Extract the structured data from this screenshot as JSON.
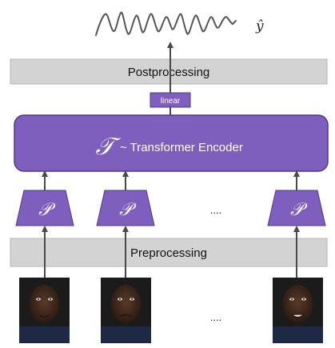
{
  "output": {
    "symbol": "ŷ"
  },
  "postprocessing": {
    "label": "Postprocessing"
  },
  "linear": {
    "label": "linear"
  },
  "encoder": {
    "symbol": "𝒯",
    "label": "~ Transformer Encoder"
  },
  "patch_embedding": {
    "symbol": "𝒫",
    "ellipsis": "...."
  },
  "preprocessing": {
    "label": "Preprocessing"
  },
  "frames": {
    "ellipsis": "...."
  },
  "colors": {
    "purple_fill": "#7f5fbd",
    "purple_stroke": "#4b3a8a",
    "gray_fill": "#d3d3d3",
    "gray_stroke": "#b5b5b5",
    "arrow": "#4a4a4a"
  }
}
